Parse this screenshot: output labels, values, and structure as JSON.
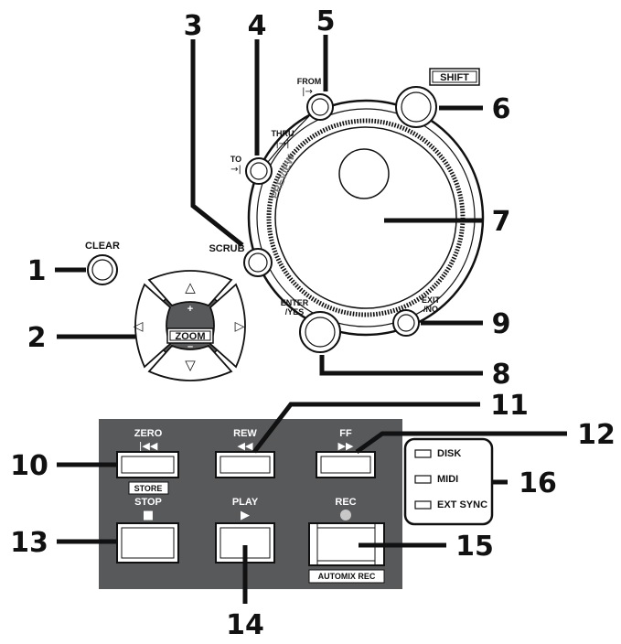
{
  "callouts": {
    "n1": "1",
    "n2": "2",
    "n3": "3",
    "n4": "4",
    "n5": "5",
    "n6": "6",
    "n7": "7",
    "n8": "8",
    "n9": "9",
    "n10": "10",
    "n11": "11",
    "n12": "12",
    "n13": "13",
    "n14": "14",
    "n15": "15",
    "n16": "16"
  },
  "labels": {
    "clear": "CLEAR",
    "scrub": "SCRUB",
    "to": "TO",
    "thru": "THRU",
    "from": "FROM",
    "shift": "SHIFT",
    "preview": "PREVIEW",
    "enter": "ENTER",
    "yes": "/YES",
    "exit": "EXIT",
    "no": "/NO",
    "zoom": "ZOOM",
    "plus": "+",
    "minus": "–",
    "zero": "ZERO",
    "store": "STORE",
    "rew": "REW",
    "ff": "FF",
    "stop": "STOP",
    "play": "PLAY",
    "rec": "REC",
    "automix": "AUTOMIX REC",
    "disk": "DISK",
    "midi": "MIDI",
    "ext_sync": "EXT SYNC"
  },
  "glyphs": {
    "up": "△",
    "down": "▽",
    "left": "◁",
    "right": "▷",
    "zero": "|◀◀",
    "rew": "◀◀",
    "ff": "▶▶",
    "stop": "■",
    "play": "▶",
    "to": "→|",
    "thru": "|→|",
    "from": "|→"
  },
  "colors": {
    "panel": "#58595b",
    "button": "#ffffff",
    "led": "#c8c8c8",
    "ink": "#111111"
  }
}
